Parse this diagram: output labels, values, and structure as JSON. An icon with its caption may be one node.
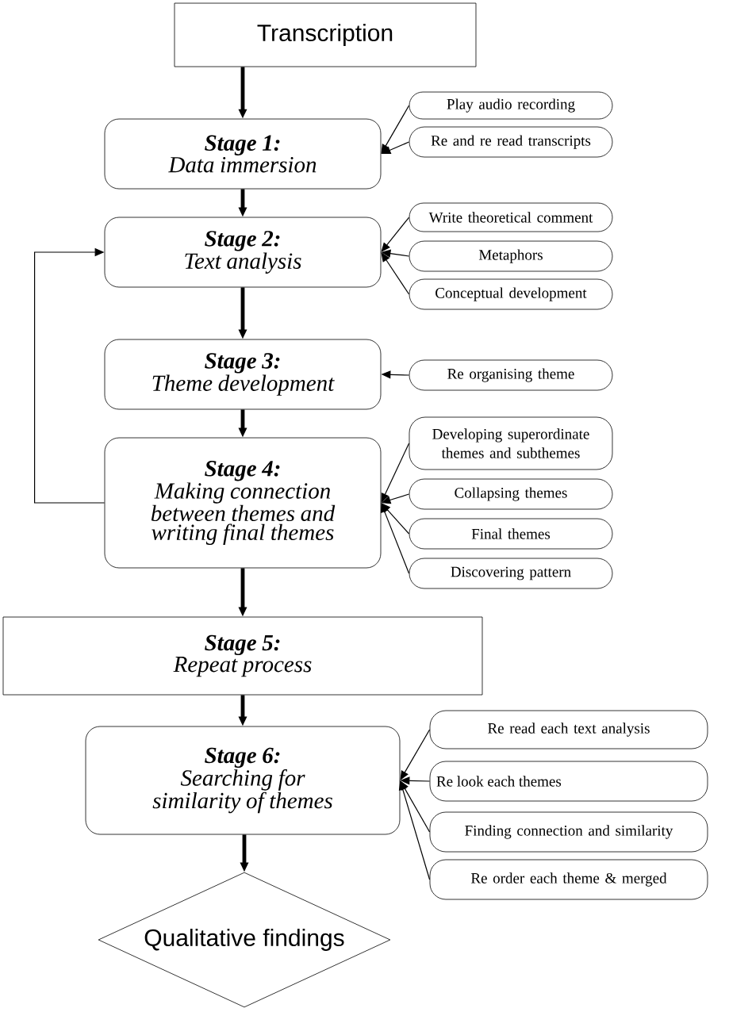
{
  "diagram": {
    "nodes": [
      {
        "text": [
          "Transcription"
        ]
      },
      {
        "text": [
          "Stage 1:",
          "Data immersion"
        ]
      },
      {
        "text": [
          "Play audio recording"
        ]
      },
      {
        "text": [
          "Re and re read transcripts"
        ]
      },
      {
        "text": [
          "Stage 2:",
          "Text analysis"
        ]
      },
      {
        "text": [
          "Write theoretical comment"
        ]
      },
      {
        "text": [
          "Metaphors"
        ]
      },
      {
        "text": [
          "Conceptual development"
        ]
      },
      {
        "text": [
          "Stage 3:",
          "Theme development"
        ]
      },
      {
        "text": [
          "Re organising theme"
        ]
      },
      {
        "text": [
          "Stage 4:",
          "Making connection between themes and writing final themes"
        ]
      },
      {
        "text": [
          "Developing superordinate themes and subthemes"
        ]
      },
      {
        "text": [
          "Collapsing themes"
        ]
      },
      {
        "text": [
          "Final themes"
        ]
      },
      {
        "text": [
          "Discovering pattern"
        ]
      },
      {
        "text": [
          "Stage 5:",
          "Repeat process"
        ]
      },
      {
        "text": [
          "Stage 6:",
          "Searching for similarity of themes"
        ]
      },
      {
        "text": [
          "Re read each text analysis"
        ]
      },
      {
        "text": [
          "Re look each themes"
        ]
      },
      {
        "text": [
          "Finding connection and similarity"
        ]
      },
      {
        "text": [
          "Re order each theme & merged"
        ]
      },
      {
        "text": [
          "Qualitative findings"
        ]
      }
    ],
    "edges": [
      {
        "from": 0,
        "to": 1,
        "arrow": "to",
        "style": "thick"
      },
      {
        "from": 2,
        "to": 1,
        "arrow": "to"
      },
      {
        "from": 3,
        "to": 1,
        "arrow": "to"
      },
      {
        "from": 1,
        "to": 4,
        "arrow": "to",
        "style": "thick"
      },
      {
        "from": 5,
        "to": 4,
        "arrow": "to"
      },
      {
        "from": 6,
        "to": 4,
        "arrow": "to"
      },
      {
        "from": 7,
        "to": 4,
        "arrow": "to"
      },
      {
        "from": 4,
        "to": 8,
        "arrow": "to",
        "style": "thick"
      },
      {
        "from": 9,
        "to": 8,
        "arrow": "to"
      },
      {
        "from": 8,
        "to": 10,
        "arrow": "to",
        "style": "thick"
      },
      {
        "from": 11,
        "to": 10,
        "arrow": "to"
      },
      {
        "from": 12,
        "to": 10,
        "arrow": "to"
      },
      {
        "from": 13,
        "to": 10,
        "arrow": "to"
      },
      {
        "from": 14,
        "to": 10,
        "arrow": "to"
      },
      {
        "from": 10,
        "to": 4,
        "arrow": "to"
      },
      {
        "from": 10,
        "to": 15,
        "arrow": "to",
        "style": "thick"
      },
      {
        "from": 15,
        "to": 16,
        "arrow": "to",
        "style": "thick"
      },
      {
        "from": 17,
        "to": 16,
        "arrow": "to"
      },
      {
        "from": 18,
        "to": 16,
        "arrow": "to"
      },
      {
        "from": 19,
        "to": 16,
        "arrow": "to"
      },
      {
        "from": 20,
        "to": 16,
        "arrow": "to"
      },
      {
        "from": 16,
        "to": 21,
        "arrow": "to",
        "style": "thick"
      }
    ]
  }
}
